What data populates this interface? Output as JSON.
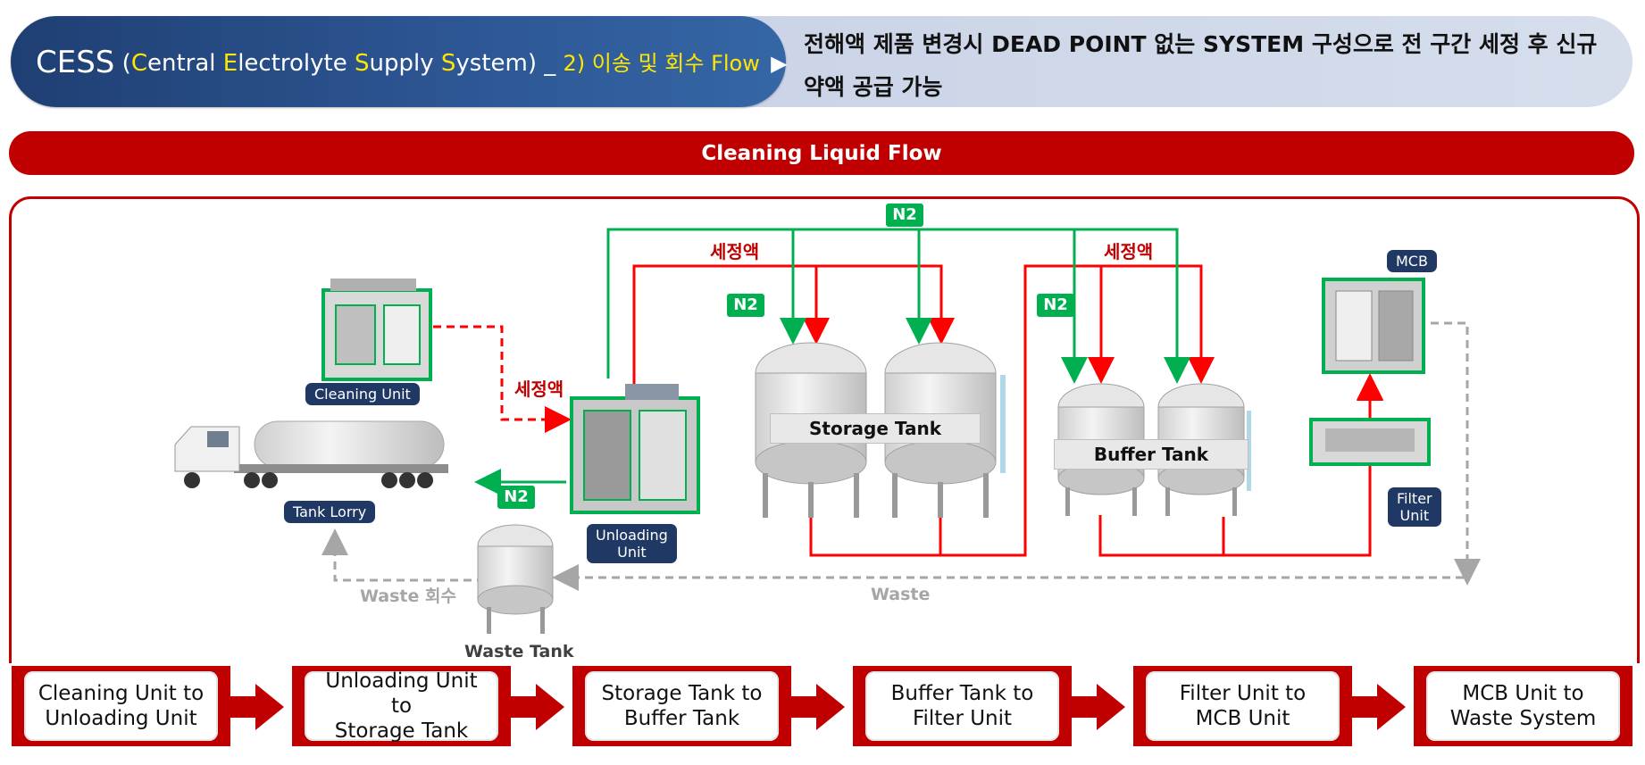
{
  "header": {
    "title_cess": "CESS",
    "title_paren_open": "(",
    "title_c": "C",
    "title_entral": "entral ",
    "title_e": "E",
    "title_lectrolyte": "lectrolyte ",
    "title_s1": "S",
    "title_upply": "upply ",
    "title_s2": "S",
    "title_ystem": "ystem)",
    "title_sep": " _ ",
    "title_subtitle": "2) 이송 및 회수 Flow",
    "title_triangle": "▶",
    "description": "전해액 제품 변경시 DEAD POINT 없는 SYSTEM 구성으로 전 구간 세정 후 신규 약액 공급 가능"
  },
  "section_title": "Cleaning Liquid Flow",
  "diagram": {
    "labels": {
      "cleaning_unit": "Cleaning Unit",
      "tank_lorry": "Tank Lorry",
      "unloading_unit": "Unloading\nUnit",
      "storage_tank": "Storage Tank",
      "buffer_tank": "Buffer Tank",
      "mcb": "MCB",
      "filter_unit": "Filter\nUnit",
      "waste_tank": "Waste Tank",
      "n2_top": "N2",
      "n2_storage": "N2",
      "n2_buffer": "N2",
      "n2_unloading": "N2",
      "cleaning_liquid_1": "세정액",
      "cleaning_liquid_2": "세정액",
      "cleaning_liquid_3": "세정액",
      "waste_return": "Waste 회수",
      "waste": "Waste"
    },
    "colors": {
      "cleaning_line": "#ff0000",
      "n2_line": "#00b050",
      "waste_line": "#a6a6a6",
      "equipment_frame": "#00b050",
      "label_navy": "#1f3864",
      "brand_red": "#c00000"
    }
  },
  "steps": [
    {
      "label": "Cleaning Unit to\nUnloading Unit"
    },
    {
      "label": "Unloading Unit\nto\nStorage Tank"
    },
    {
      "label": "Storage Tank to\nBuffer Tank"
    },
    {
      "label": "Buffer Tank to\nFilter Unit"
    },
    {
      "label": "Filter Unit to\nMCB Unit"
    },
    {
      "label": "MCB Unit to\nWaste System"
    }
  ]
}
